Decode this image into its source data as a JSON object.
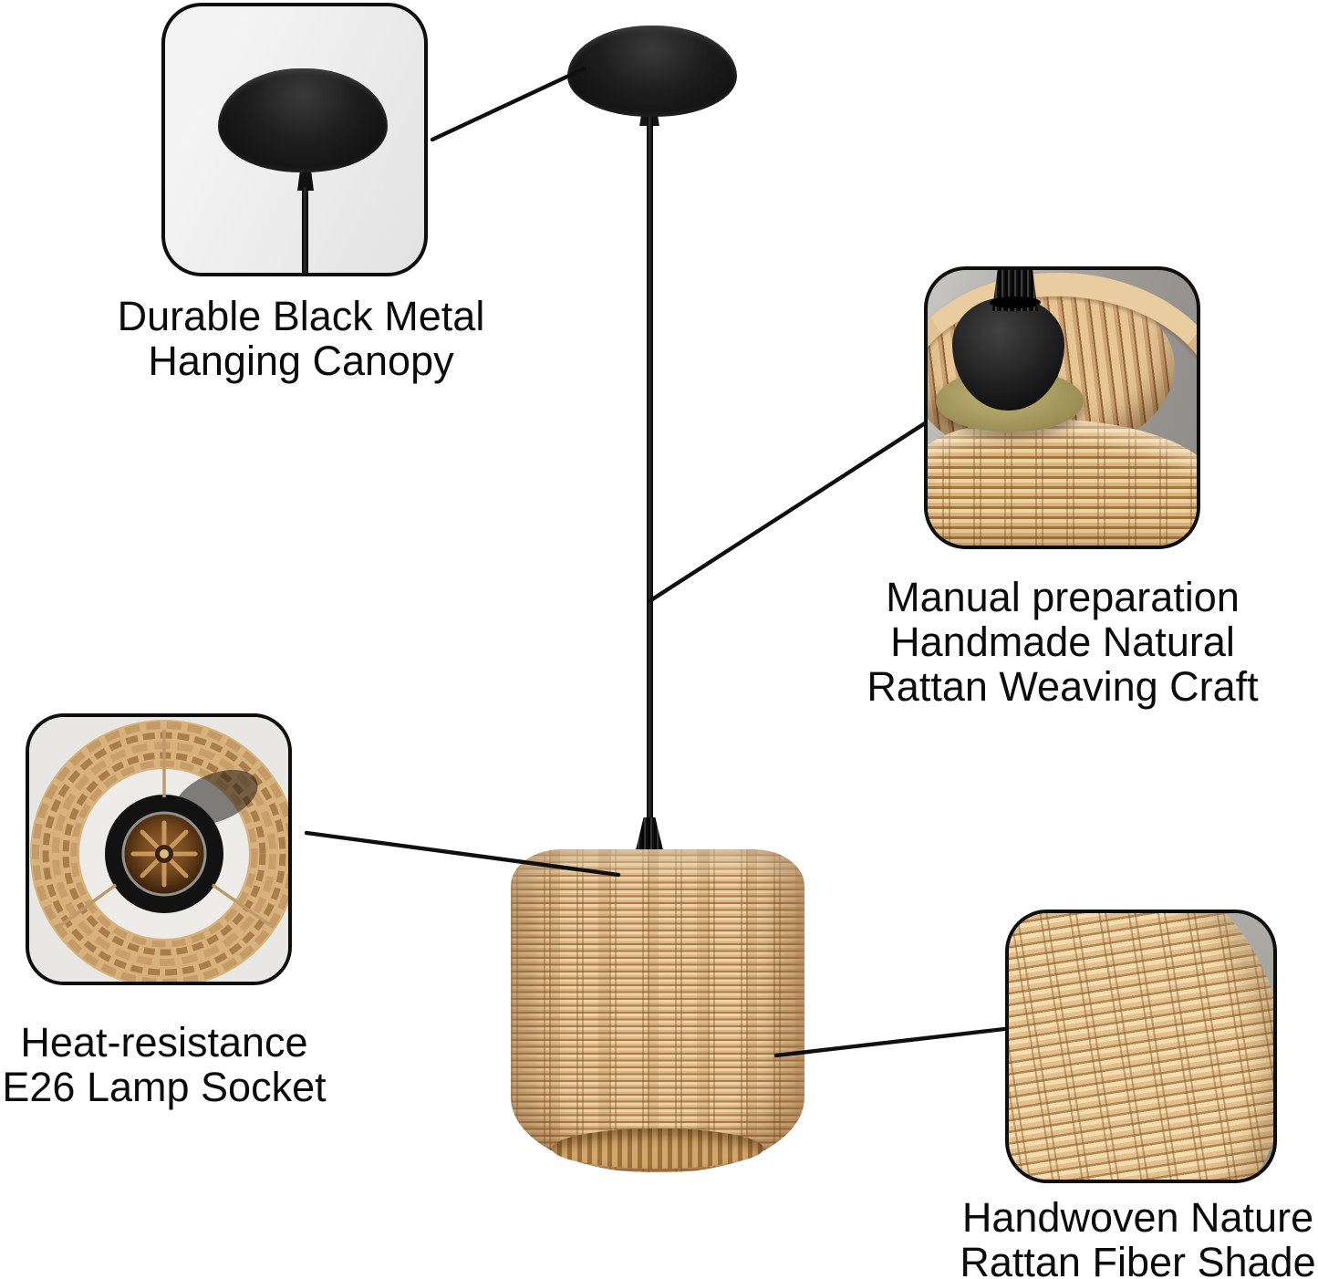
{
  "callouts": {
    "canopy": {
      "lines": [
        "Durable Black Metal",
        "Hanging Canopy"
      ]
    },
    "craft": {
      "lines": [
        "Manual preparation",
        "Handmade Natural",
        "Rattan Weaving Craft"
      ]
    },
    "socket": {
      "lines": [
        "Heat-resistance",
        "E26 Lamp Socket"
      ]
    },
    "shade": {
      "lines": [
        "Handwoven Nature",
        "Rattan Fiber Shade"
      ]
    }
  },
  "colors": {
    "background": "#ffffff",
    "text": "#0b0b0b",
    "connector_line": "#0f0f0f",
    "bubble_border": "#0e0e0e",
    "metal_black": "#161616",
    "rattan_light": "#edd3a5",
    "rattan_mid": "#dcb684",
    "rattan_dark": "#aa7c4c",
    "washer_olive": "#9a8e55",
    "photo_gray": "#9b9b9b",
    "canopy_bubble_bg": "#ededed"
  }
}
